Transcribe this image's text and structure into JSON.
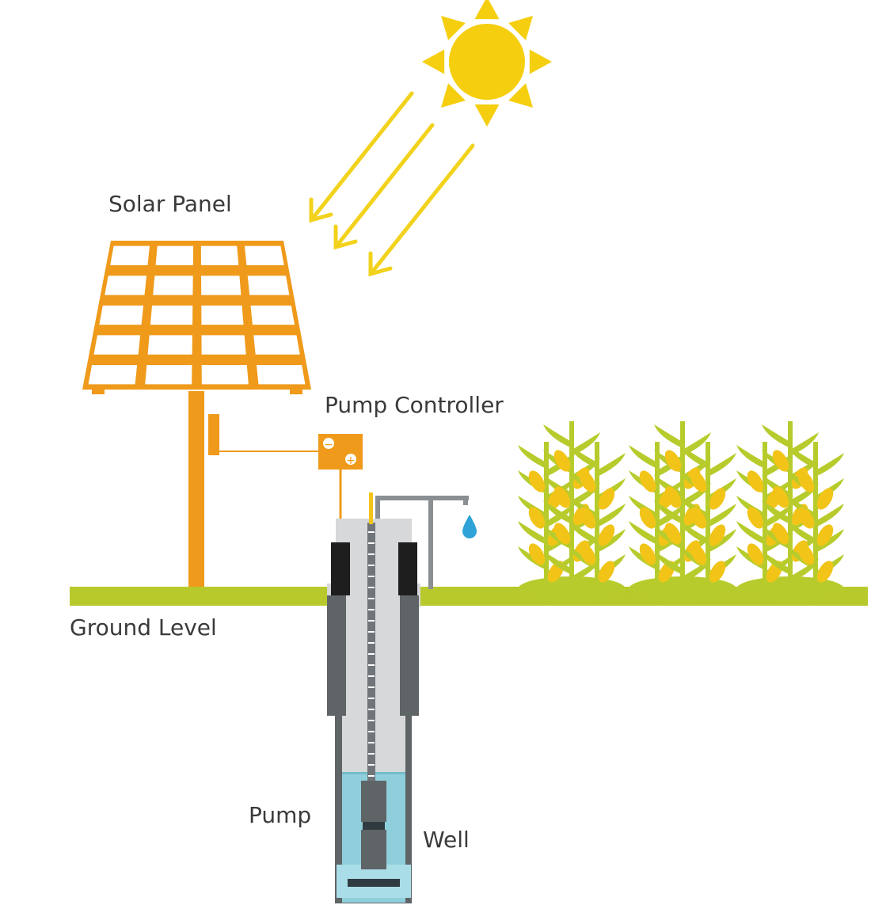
{
  "labels": {
    "solar_panel": "Solar Panel",
    "pump_controller": "Pump Controller",
    "ground_level": "Ground Level",
    "pump": "Pump",
    "well": "Well"
  },
  "controller_terminals": {
    "negative": "−",
    "positive": "+"
  },
  "colors": {
    "sun": "#f5cf0f",
    "sunray_arrow": "#f2d21c",
    "panel": "#ef9a1a",
    "ground": "#b8c92c",
    "casing_dark": "#5f6467",
    "casing_black": "#1e1e1e",
    "casing_light": "#d6d8d9",
    "water": "#8fcfdb",
    "pipe": "#8a8f93",
    "crop_leaf": "#b7cc2c",
    "crop_cob": "#f2c418",
    "droplet": "#2ea3d8"
  },
  "icons": [
    "sun-icon",
    "solar-panel-icon",
    "controller-box-icon",
    "water-drop-icon",
    "corn-plant-icon",
    "pump-icon"
  ]
}
